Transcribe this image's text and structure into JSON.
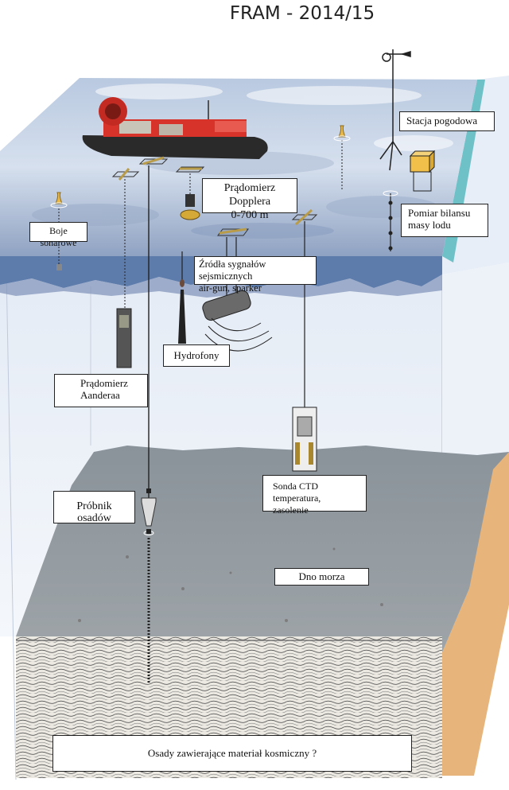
{
  "title": "FRAM - 2014/15",
  "labels": {
    "weather_station": "Stacja pogodowa",
    "ice_mass_balance_1": "Pomiar bilansu",
    "ice_mass_balance_2": "masy lodu",
    "doppler_1": "Prądomierz Dopplera",
    "doppler_2": "0-700 m",
    "sonar_buoys": "Boje sonarowe",
    "seismic_1": "Źródła sygnałów sejsmicznych",
    "seismic_2": "air-gun, sparker",
    "hydrophones": "Hydrofony",
    "aanderaa_1": "Prądomierz",
    "aanderaa_2": "Aanderaa",
    "ctd_1": "Sonda CTD",
    "ctd_2": "temperatura, zasolenie",
    "sediment_sampler": "Próbnik osadów",
    "seabed": "Dno morza",
    "cosmic_sediments": "Osady zawierające materiał kosmiczny ?"
  },
  "colors": {
    "ice_surface": "#c9d6e8",
    "ice_shadow": "#7f93b5",
    "ice_edge": "#4e6a99",
    "water": "#eef3fa",
    "seabed": "#8e969c",
    "sediment": "#e9e6e0",
    "side_sand": "#e7b57c",
    "side_ice": "#6fc1c8",
    "hovercraft": "#d8332a"
  }
}
